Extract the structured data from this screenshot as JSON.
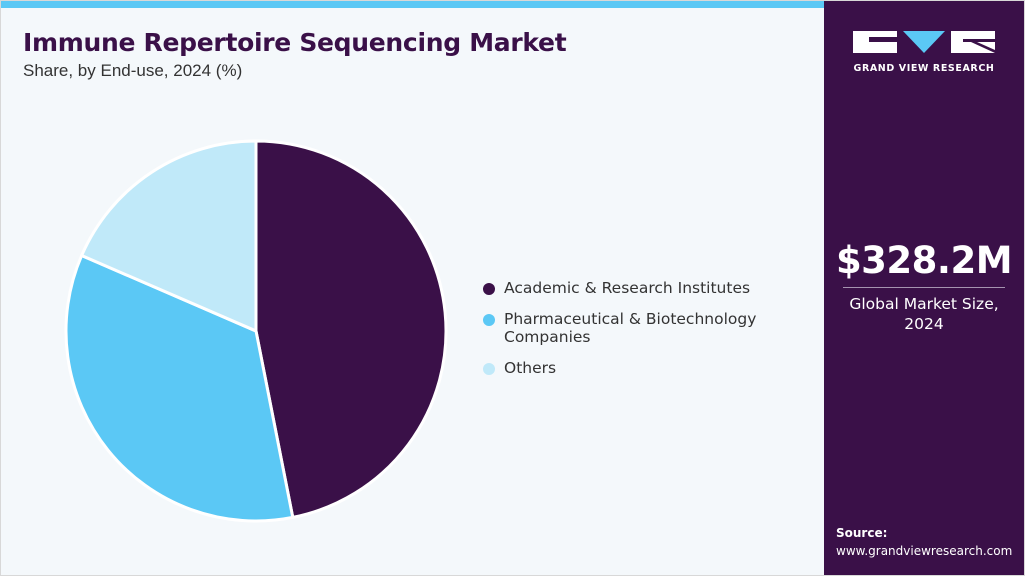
{
  "title": "Immune Repertoire Sequencing Market",
  "subtitle": "Share, by End-use, 2024 (%)",
  "colors": {
    "accent_bar": "#5bc8f5",
    "sidebar": "#3a1048",
    "academic": "#3a1048",
    "pharma": "#5bc8f5",
    "others": "#c0e9f9"
  },
  "chart_data": {
    "type": "pie",
    "title": "Immune Repertoire Sequencing Market",
    "subtitle": "Share, by End-use, 2024 (%)",
    "categories": [
      "Academic & Research Institutes",
      "Pharmaceutical & Biotechnology Companies",
      "Others"
    ],
    "values": [
      46.9,
      34.6,
      18.5
    ],
    "colors": [
      "#3a1048",
      "#5bc8f5",
      "#c0e9f9"
    ],
    "start_angle_deg": 0,
    "direction": "clockwise",
    "legend_position": "right"
  },
  "legend": [
    {
      "label": "Academic & Research Institutes",
      "color": "#3a1048"
    },
    {
      "label": "Pharmaceutical & Biotechnology Companies",
      "color": "#5bc8f5"
    },
    {
      "label": "Others",
      "color": "#c0e9f9"
    }
  ],
  "sidebar": {
    "logo_text": "GRAND VIEW RESEARCH",
    "market_value": "$328.2M",
    "market_label": "Global Market Size, 2024",
    "source_title": "Source:",
    "source_url": "www.grandviewresearch.com"
  }
}
